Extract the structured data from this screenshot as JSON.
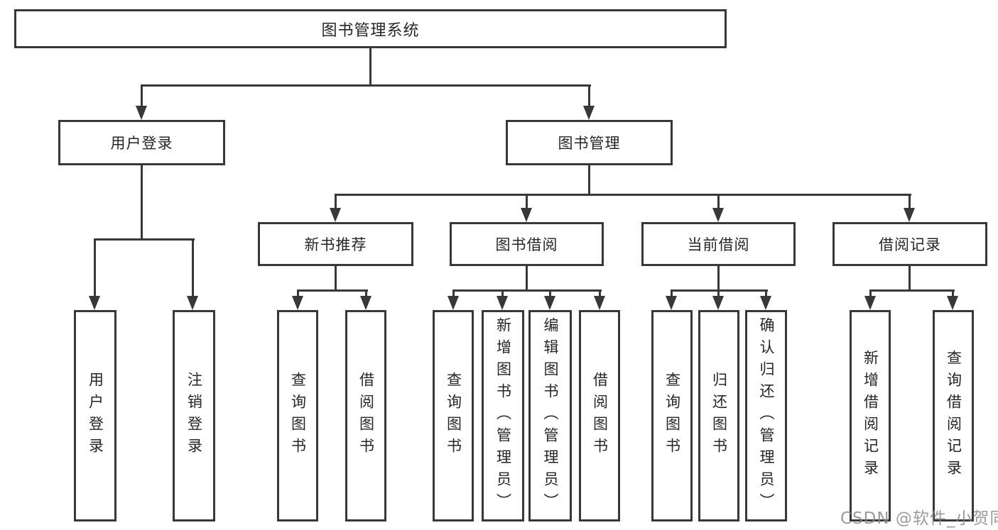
{
  "diagram": {
    "root": "图书管理系统",
    "level2": {
      "userLogin": "用户登录",
      "bookMgmt": "图书管理"
    },
    "level3": {
      "newBookRec": "新书推荐",
      "bookBorrow": "图书借阅",
      "currentBorrow": "当前借阅",
      "borrowRecord": "借阅记录"
    },
    "leaves": {
      "userLogin": "用户登录",
      "logout": "注销登录",
      "recQueryBook": "查询图书",
      "recBorrowBook": "借阅图书",
      "bbQueryBook": "查询图书",
      "bbAddBook": "新增图书（管理员）",
      "bbEditBook": "编辑图书（管理员）",
      "bbBorrowBook": "借阅图书",
      "cbQueryBook": "查询图书",
      "cbReturnBook": "归还图书",
      "cbConfirmReturn": "确认归还（管理员）",
      "brAddRecord": "新增借阅记录",
      "brQueryRecord": "查询借阅记录"
    },
    "colors": {
      "line": "#383838",
      "text": "#262626",
      "box_background": "#ffffff",
      "watermark": "#8a8a8a"
    }
  },
  "watermark": {
    "text": "CSDN @软件_小贺同学"
  }
}
